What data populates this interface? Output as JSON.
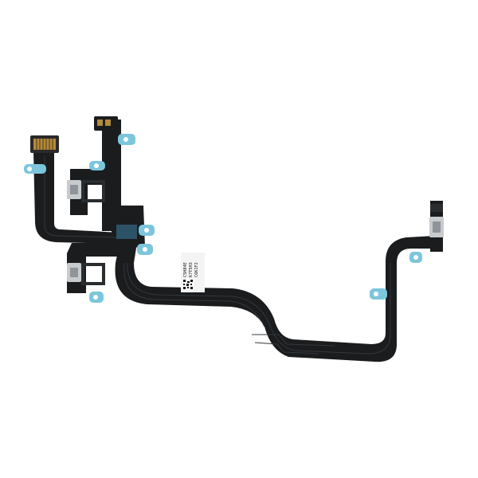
{
  "image": {
    "subject": "flex-cable",
    "background_color": "#ffffff",
    "colors": {
      "flex": "#1a1c1e",
      "trace": "#2b2e31",
      "tab": "#7cc6dc",
      "steel": "#c7cbce",
      "gold": "#b48a3c",
      "label": "#f4f4f4"
    }
  },
  "label_sticker": {
    "lines": [
      "C5H84E",
      "K7T5H3",
      "C6K1F2"
    ]
  }
}
